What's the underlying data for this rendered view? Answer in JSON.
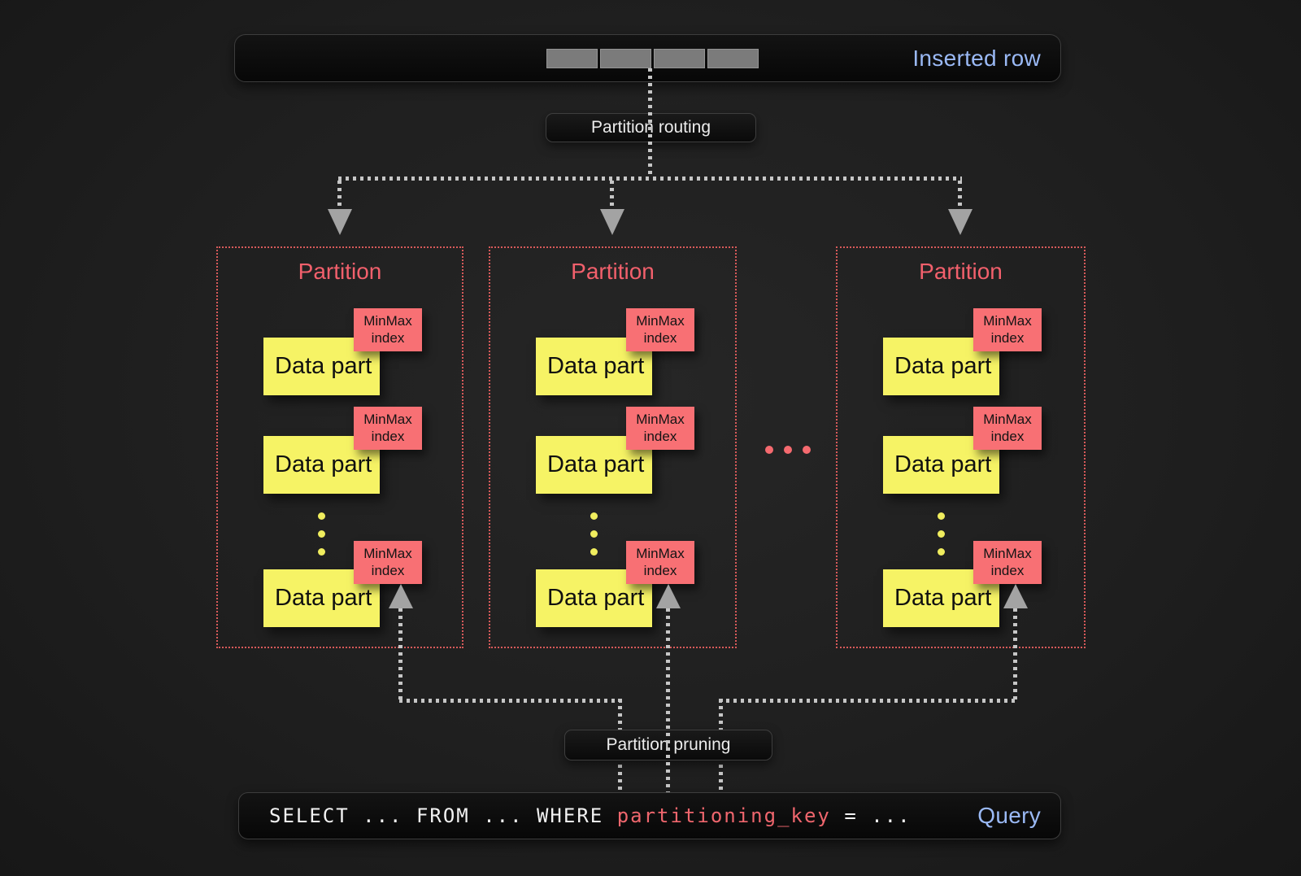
{
  "inserted_row": {
    "label": "Inserted row",
    "cell_count": 4
  },
  "partition_routing": {
    "label": "Partition routing"
  },
  "partitions": [
    {
      "title": "Partition",
      "parts": [
        {
          "label": "Data part",
          "index_label": "MinMax index"
        },
        {
          "label": "Data part",
          "index_label": "MinMax index"
        },
        {
          "label": "Data part",
          "index_label": "MinMax index"
        }
      ]
    },
    {
      "title": "Partition",
      "parts": [
        {
          "label": "Data part",
          "index_label": "MinMax index"
        },
        {
          "label": "Data part",
          "index_label": "MinMax index"
        },
        {
          "label": "Data part",
          "index_label": "MinMax index"
        }
      ]
    },
    {
      "title": "Partition",
      "parts": [
        {
          "label": "Data part",
          "index_label": "MinMax index"
        },
        {
          "label": "Data part",
          "index_label": "MinMax index"
        },
        {
          "label": "Data part",
          "index_label": "MinMax index"
        }
      ]
    }
  ],
  "partitions_ellipsis": "...",
  "partition_pruning": {
    "label": "Partition pruning"
  },
  "query": {
    "pre": "SELECT ... FROM ... WHERE ",
    "key": "partitioning_key",
    "post": " = ...",
    "label": "Query"
  },
  "colors": {
    "background": "#1f1f1f",
    "panel": "#0a0a0a",
    "accent_blue": "#9ab9f5",
    "accent_salmon": "#f87074",
    "accent_yellow": "#f6f365",
    "partition_border": "#d85a5a",
    "connector_gray": "#c6c6c6",
    "query_key_red": "#ef666d"
  }
}
